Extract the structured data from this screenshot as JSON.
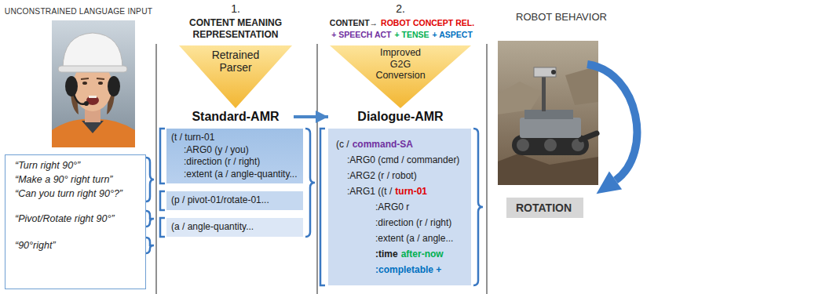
{
  "diagram": {
    "nodes": [
      {
        "text": [
          "“Turn right 90°”",
          "“Make a 90° right turn”",
          "“Can you turn right 90°?”",
          "“Pivot/Rotate right 90°”",
          "“90°right”"
        ]
      },
      {
        "text": [
          "Retrained Parser",
          "Standard-AMR"
        ]
      },
      {
        "text": [
          "(t / turn-01",
          ":ARG0 (y / you)",
          ":direction (r / right)",
          ":extent (a / angle-quantity..."
        ]
      },
      {
        "text": [
          "(p / pivot-01/rotate-01..."
        ]
      },
      {
        "text": [
          "(a / angle-quantity..."
        ]
      },
      {
        "text": [
          "Improved G2G Conversion",
          "Dialogue-AMR"
        ]
      },
      {
        "text": [
          "(c /",
          "command-SA",
          ":ARG0 (cmd / commander)",
          ":ARG2 (r / robot)",
          ":ARG1 ((t /",
          "turn-01",
          ":ARG0 r",
          ":direction (r / right)",
          ":extent (a / angle...",
          ":time",
          "after-now",
          ":completable +"
        ]
      },
      {
        "text": [
          "ROTATION"
        ]
      }
    ],
    "edges": [
      {
        "from": 1,
        "to": 5,
        "arrow": "to"
      }
    ],
    "labels": [
      "UNCONSTRAINED LANGUAGE INPUT",
      "1.",
      "CONTENT MEANING REPRESENTATION",
      "2.",
      "CONTENT→",
      "ROBOT CONCEPT REL.",
      "+ SPEECH ACT",
      "+ TENSE",
      "+ ASPECT",
      "ROBOT BEHAVIOR"
    ]
  }
}
